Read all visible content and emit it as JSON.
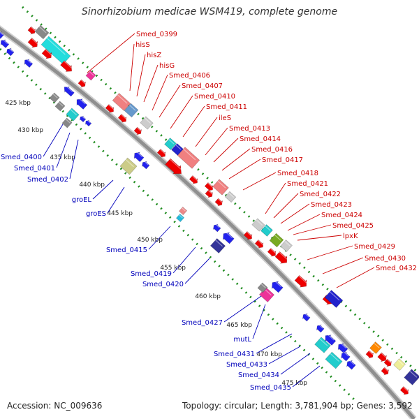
{
  "title": "Sinorhizobium medicae WSM419, complete genome",
  "footer": {
    "accession": "Accession: NC_009636",
    "topology": "Topology: circular; Length: 3,781,904 bp; Genes: 3,592"
  },
  "colors": {
    "forward_label": "#cc0000",
    "reverse_label": "#0000bb",
    "backbone": "#9a9a9a",
    "tick_dots": "#1e8c1e"
  },
  "scale": {
    "ticks": [
      {
        "label": "425 kbp"
      },
      {
        "label": "430 kbp"
      },
      {
        "label": "435 kbp"
      },
      {
        "label": "440 kbp"
      },
      {
        "label": "445 kbp"
      },
      {
        "label": "450 kbp"
      },
      {
        "label": "455 kbp"
      },
      {
        "label": "460 kbp"
      },
      {
        "label": "465 kbp"
      },
      {
        "label": "470 kbp"
      },
      {
        "label": "475 kbp"
      }
    ]
  },
  "forward_genes": [
    {
      "name": "Smed_0399"
    },
    {
      "name": "hisS"
    },
    {
      "name": "hisZ"
    },
    {
      "name": "hisG"
    },
    {
      "name": "Smed_0406"
    },
    {
      "name": "Smed_0407"
    },
    {
      "name": "Smed_0410"
    },
    {
      "name": "Smed_0411"
    },
    {
      "name": "ileS"
    },
    {
      "name": "Smed_0413"
    },
    {
      "name": "Smed_0414"
    },
    {
      "name": "Smed_0416"
    },
    {
      "name": "Smed_0417"
    },
    {
      "name": "Smed_0418"
    },
    {
      "name": "Smed_0421"
    },
    {
      "name": "Smed_0422"
    },
    {
      "name": "Smed_0423"
    },
    {
      "name": "Smed_0424"
    },
    {
      "name": "Smed_0425"
    },
    {
      "name": "lpxK"
    },
    {
      "name": "Smed_0429"
    },
    {
      "name": "Smed_0430"
    },
    {
      "name": "Smed_0432"
    }
  ],
  "reverse_genes": [
    {
      "name": "Smed_0400"
    },
    {
      "name": "Smed_0401"
    },
    {
      "name": "Smed_0402"
    },
    {
      "name": "groEL"
    },
    {
      "name": "groES"
    },
    {
      "name": "Smed_0415"
    },
    {
      "name": "Smed_0419"
    },
    {
      "name": "Smed_0420"
    },
    {
      "name": "Smed_0427"
    },
    {
      "name": "mutL"
    },
    {
      "name": "Smed_0431"
    },
    {
      "name": "Smed_0433"
    },
    {
      "name": "Smed_0434"
    },
    {
      "name": "Smed_0435"
    }
  ]
}
